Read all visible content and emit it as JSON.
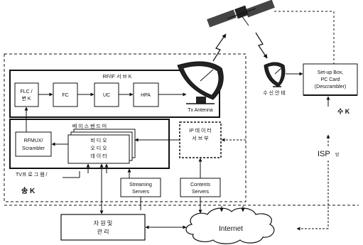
{
  "labels": {
    "rf_if_section": "RF/IF 서 브 K",
    "flc_box": [
      "FLC /",
      "변 K"
    ],
    "fc_box": "FC",
    "uc_box": "UC",
    "hpa_box": "HPA",
    "tx_antenna": "Tx Antenna",
    "baseband": "베 이 스 밴 드 미",
    "rfmux_box": [
      "RFMUX/",
      "Scrambler"
    ],
    "video_audio_box": [
      "비 디 오",
      "오 디 오",
      "데 이 터"
    ],
    "tv_broadcast": "TV프 로 그 램 /",
    "ip_data_box": [
      "IP 데 이 터",
      "서 브 부"
    ],
    "streaming_servers": [
      "Streaming",
      "Servers"
    ],
    "contents_servers": [
      "Contents",
      "Servers"
    ],
    "transmit_station": "송 K",
    "receive_dish": "수 신 안 테",
    "settop_box": [
      "Set-up Box,",
      "PC Card",
      "(Descrambler)"
    ],
    "receive_station": "수 K",
    "isp": "ISP",
    "isp_sub": "망",
    "resource_mgmt": [
      "자 원 및",
      "관 리"
    ],
    "internet": "Internet"
  }
}
